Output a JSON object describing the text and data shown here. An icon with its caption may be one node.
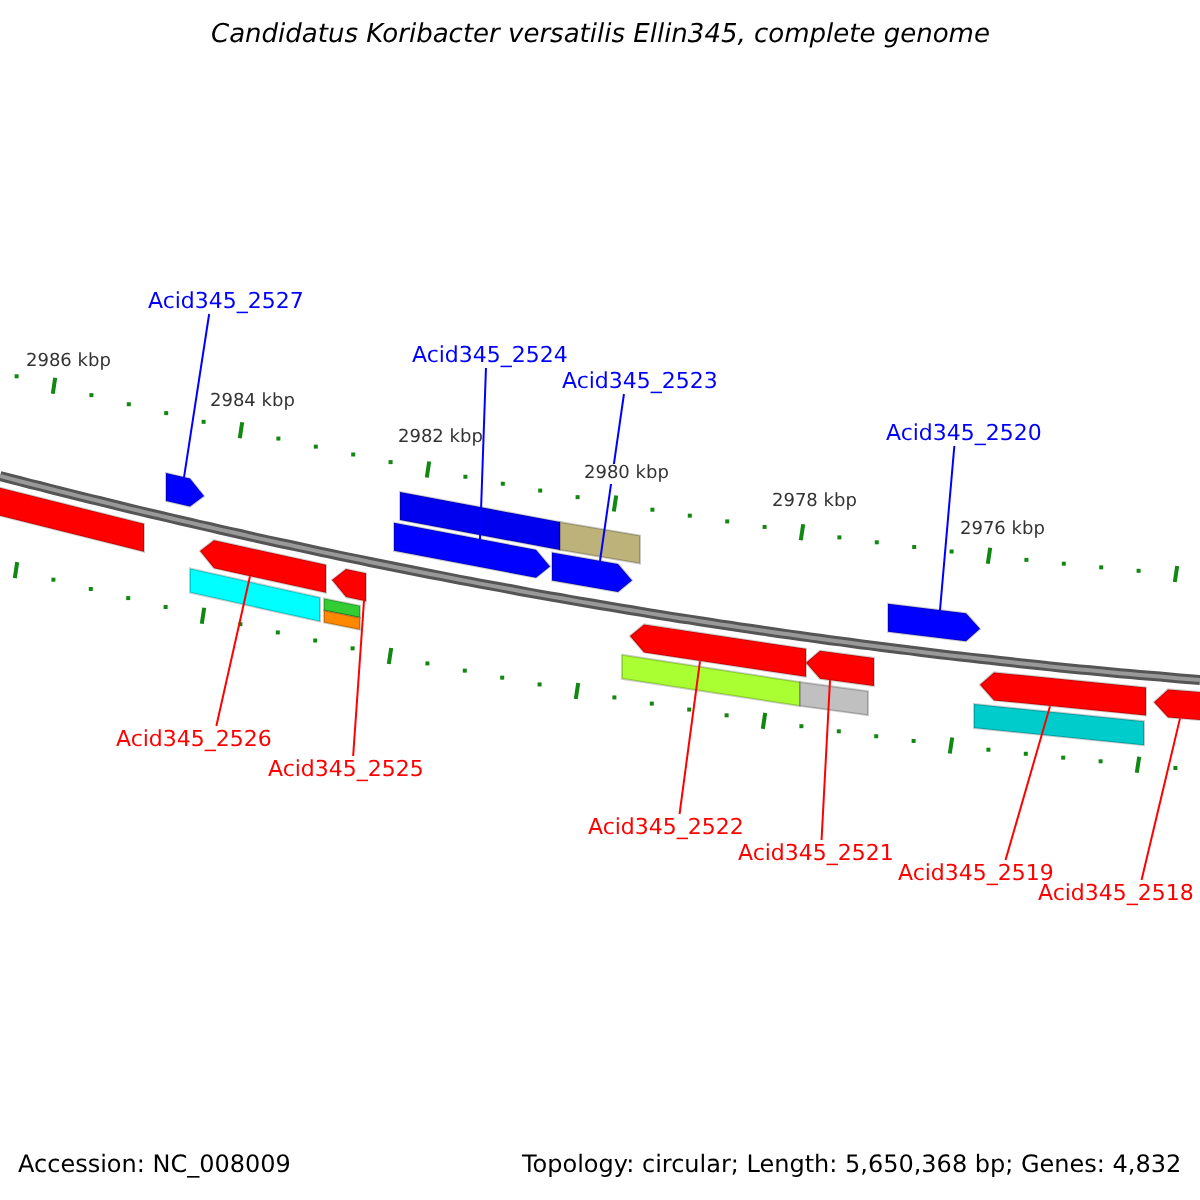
{
  "diagram": {
    "title": "Candidatus Koribacter versatilis Ellin345, complete genome",
    "nodes": [
      {
        "text": [
          "Acid345_2527"
        ]
      },
      {
        "text": [
          "Acid345_2524"
        ]
      },
      {
        "text": [
          "Acid345_2523"
        ]
      },
      {
        "text": [
          "Acid345_2520"
        ]
      },
      {
        "text": [
          "Acid345_2526"
        ]
      },
      {
        "text": [
          "Acid345_2525"
        ]
      },
      {
        "text": [
          "Acid345_2522"
        ]
      },
      {
        "text": [
          "Acid345_2521"
        ]
      },
      {
        "text": [
          "Acid345_2519"
        ]
      },
      {
        "text": [
          "Acid345_2518"
        ]
      },
      {
        "text": [],
        "shape": "bar"
      },
      {
        "text": [],
        "shape": "arrow"
      },
      {
        "text": [],
        "shape": "bar"
      },
      {
        "text": [],
        "shape": "arrow"
      },
      {
        "text": [],
        "shape": "bar"
      },
      {
        "text": [],
        "shape": "bar"
      },
      {
        "text": [],
        "shape": "arrow"
      },
      {
        "text": [],
        "shape": "arrow"
      },
      {
        "text": [],
        "shape": "bar"
      },
      {
        "text": [],
        "shape": "arrow"
      },
      {
        "text": [],
        "shape": "bar"
      },
      {
        "text": [],
        "shape": "bar"
      },
      {
        "text": [],
        "shape": "arrow"
      },
      {
        "text": [],
        "shape": "bar"
      },
      {
        "text": [],
        "shape": "arrow"
      },
      {
        "text": [],
        "shape": "arrow"
      },
      {
        "text": [],
        "shape": "bar"
      },
      {
        "text": [],
        "shape": "arrow"
      },
      {
        "text": [],
        "shape": "arrow"
      }
    ],
    "edges": [
      {
        "from": 0,
        "to": 11,
        "arrow": "none",
        "color": "#0000ff"
      },
      {
        "from": 1,
        "to": 17,
        "arrow": "none",
        "color": "#0000ff"
      },
      {
        "from": 2,
        "to": 19,
        "arrow": "none",
        "color": "#0000ff"
      },
      {
        "from": 3,
        "to": 25,
        "arrow": "none",
        "color": "#0000ff"
      },
      {
        "from": 4,
        "to": 13,
        "arrow": "none",
        "color": "#ff0000"
      },
      {
        "from": 5,
        "to": 16,
        "arrow": "none",
        "color": "#ff0000"
      },
      {
        "from": 6,
        "to": 22,
        "arrow": "none",
        "color": "#ff0000"
      },
      {
        "from": 7,
        "to": 24,
        "arrow": "none",
        "color": "#ff0000"
      },
      {
        "from": 8,
        "to": 27,
        "arrow": "none",
        "color": "#ff0000"
      },
      {
        "from": 9,
        "to": 28,
        "arrow": "none",
        "color": "#ff0000"
      }
    ],
    "labels": [
      "2986 kbp",
      "2984 kbp",
      "2982 kbp",
      "2980 kbp",
      "2978 kbp",
      "2976 kbp",
      "Accession: NC_008009",
      "Topology: circular; Length: 5,650,368 bp; Genes: 4,832"
    ]
  }
}
